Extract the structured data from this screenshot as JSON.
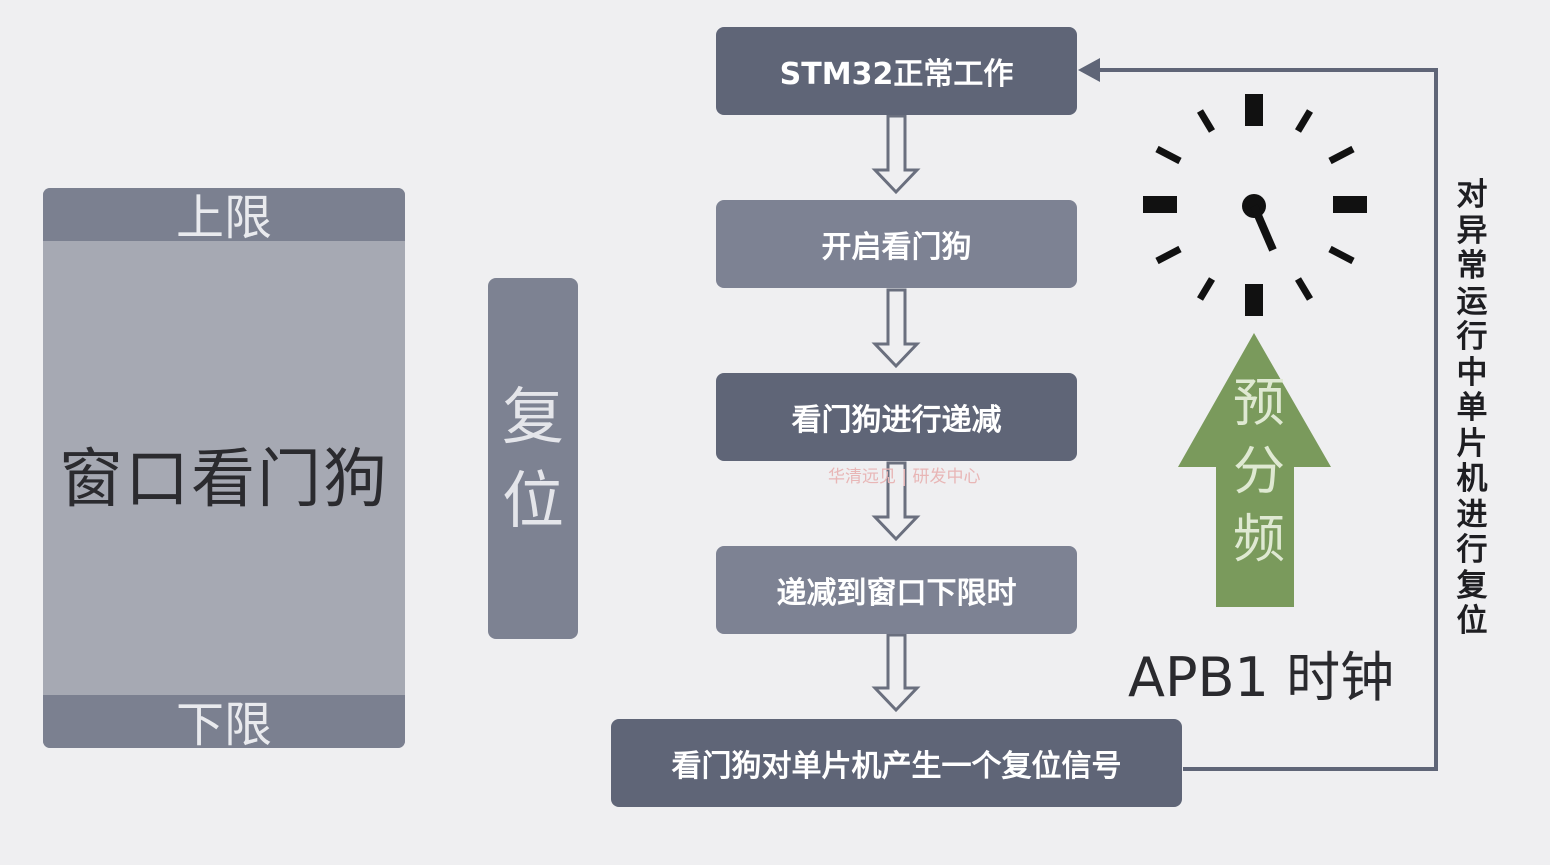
{
  "window_watchdog": {
    "upper_label": "上限",
    "title": "窗口看门狗",
    "lower_label": "下限"
  },
  "reset_label": [
    "复",
    "位"
  ],
  "flow_steps": [
    "STM32正常工作",
    "开启看门狗",
    "看门狗进行递减",
    "递减到窗口下限时",
    "看门狗对单片机产生一个复位信号"
  ],
  "clock": {
    "prescaler_chars": [
      "预",
      "分",
      "频"
    ],
    "label": "APB1 时钟"
  },
  "feedback_chars": [
    "对",
    "异",
    "常",
    "运",
    "行",
    "中",
    "单",
    "片",
    "机",
    "进",
    "行",
    "复",
    "位"
  ],
  "watermark": "华清远见 | 研发中心",
  "colors": {
    "background": "#efeff1",
    "box_dark": "#5f6577",
    "box_light": "#7d8293",
    "arrow_green": "#7a9a5c",
    "line": "#5f6577"
  }
}
